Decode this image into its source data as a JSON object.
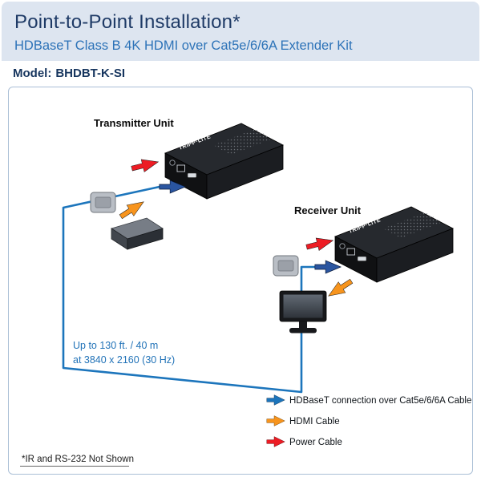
{
  "header": {
    "title": "Point-to-Point Installation*",
    "subtitle": "HDBaseT Class B 4K HDMI over Cat5e/6/6A Extender Kit",
    "model_label": "Model:",
    "model_value": "BHDBT-K-SI"
  },
  "diagram": {
    "transmitter_label": "Transmitter Unit",
    "receiver_label": "Receiver Unit",
    "brand": "TRIPP·LITE",
    "distance_line1": "Up to 130 ft. / 40 m",
    "distance_line2": "at 3840 x 2160 (30 Hz)",
    "footnote": "*IR and RS-232 Not Shown"
  },
  "legend": {
    "items": [
      {
        "label": "HDBaseT connection over Cat5e/6/6A Cable",
        "color": "#1c75bc"
      },
      {
        "label": "HDMI Cable",
        "color": "#f7941d"
      },
      {
        "label": "Power Cable",
        "color": "#ed1c24"
      }
    ]
  },
  "colors": {
    "hdbaset_blue": "#1c75bc",
    "hdmi_orange": "#f7941d",
    "power_red": "#ed1c24",
    "connector_navy": "#2a55a0",
    "title_navy": "#1e3a66",
    "subtitle_blue": "#2d73b8"
  }
}
